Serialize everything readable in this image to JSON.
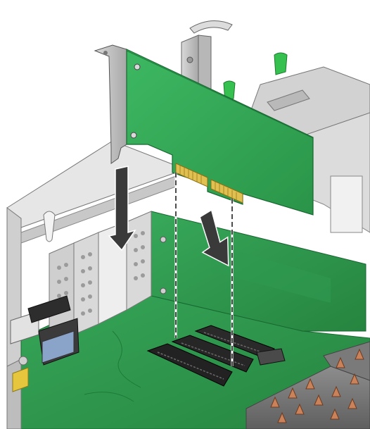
{
  "figure": {
    "kind": "hardware-installation-illustration",
    "parts": [
      {
        "id": "pcie-card",
        "icon": "add-in-card"
      },
      {
        "id": "card-bracket",
        "icon": "metal-bracket"
      },
      {
        "id": "pcie-slots",
        "icon": "card-connector",
        "count": 3
      },
      {
        "id": "install-arrows",
        "icon": "down-arrow",
        "count": 2
      },
      {
        "id": "alignment-guides",
        "icon": "dashed-line",
        "count": 2
      },
      {
        "id": "green-touch-points",
        "icon": "release-lever",
        "count": 2
      },
      {
        "id": "heatsink-pins",
        "icon": "copper-pin"
      }
    ]
  },
  "colors": {
    "board": "#2f9a4e",
    "board_dark": "#21793a",
    "card": "#35a957",
    "chassis": "#d9d9d9",
    "chassis_dark": "#9c9c9c",
    "metal": "#c7c7c7",
    "slot": "#2a2a2a",
    "touch_point": "#35c04f",
    "copper": "#c9825a",
    "gold": "#e0c050",
    "arrow": "#3a3a3a"
  }
}
